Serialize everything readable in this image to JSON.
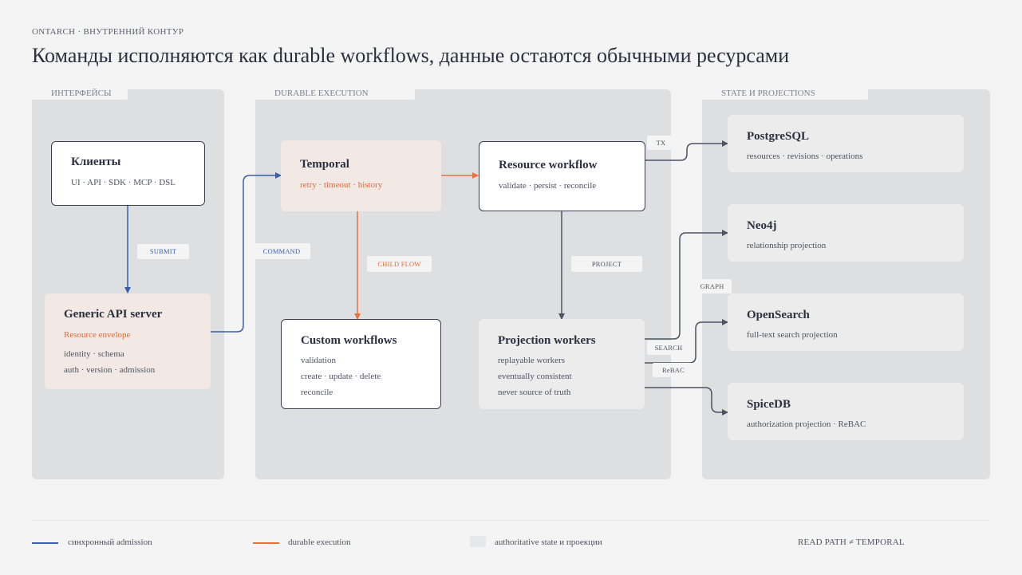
{
  "header": {
    "kicker": "ONTARCH · ВНУТРЕННИЙ КОНТУР",
    "title": "Команды исполняются как durable workflows, данные остаются обычными ресурсами"
  },
  "panels": {
    "interfaces": "ИНТЕРФЕЙСЫ",
    "durable": "DURABLE EXECUTION",
    "state": "STATE И PROJECTIONS"
  },
  "nodes": {
    "clients": {
      "name": "Клиенты",
      "line1": "UI · API · SDK · MCP · DSL"
    },
    "api_server": {
      "name": "Generic API server",
      "line1": "Resource envelope",
      "line2": "identity · schema",
      "line3": "auth · version · admission"
    },
    "temporal": {
      "name": "Temporal",
      "line1": "retry · timeout · history"
    },
    "resource_workflow": {
      "name": "Resource workflow",
      "line1": "validate · persist · reconcile"
    },
    "custom_workflows": {
      "name": "Custom workflows",
      "line1": "validation",
      "line2": "create · update · delete",
      "line3": "reconcile"
    },
    "projection_workers": {
      "name": "Projection workers",
      "line1": "replayable workers",
      "line2": "eventually consistent",
      "line3": "never source of truth"
    },
    "postgres": {
      "name": "PostgreSQL",
      "line1": "resources · revisions · operations"
    },
    "neo4j": {
      "name": "Neo4j",
      "line1": "relationship projection"
    },
    "opensearch": {
      "name": "OpenSearch",
      "line1": "full-text search projection"
    },
    "spicedb": {
      "name": "SpiceDB",
      "line1": "authorization projection · ReBAC"
    }
  },
  "edge_labels": {
    "submit": "SUBMIT",
    "command": "COMMAND",
    "child_flow": "CHILD FLOW",
    "project": "PROJECT",
    "tx": "TX",
    "graph": "GRAPH",
    "search": "SEARCH",
    "rebac": "ReBAC"
  },
  "legend": {
    "sync": "синхронный admission",
    "durable": "durable execution",
    "state": "authoritative state и проекции",
    "note": "READ PATH ≠ TEMPORAL"
  },
  "colors": {
    "blue": "#3a5ea8",
    "orange": "#e8723e",
    "dark": "#4c5262",
    "panel": "#dedfe1",
    "peach": "#f2e9e5"
  }
}
